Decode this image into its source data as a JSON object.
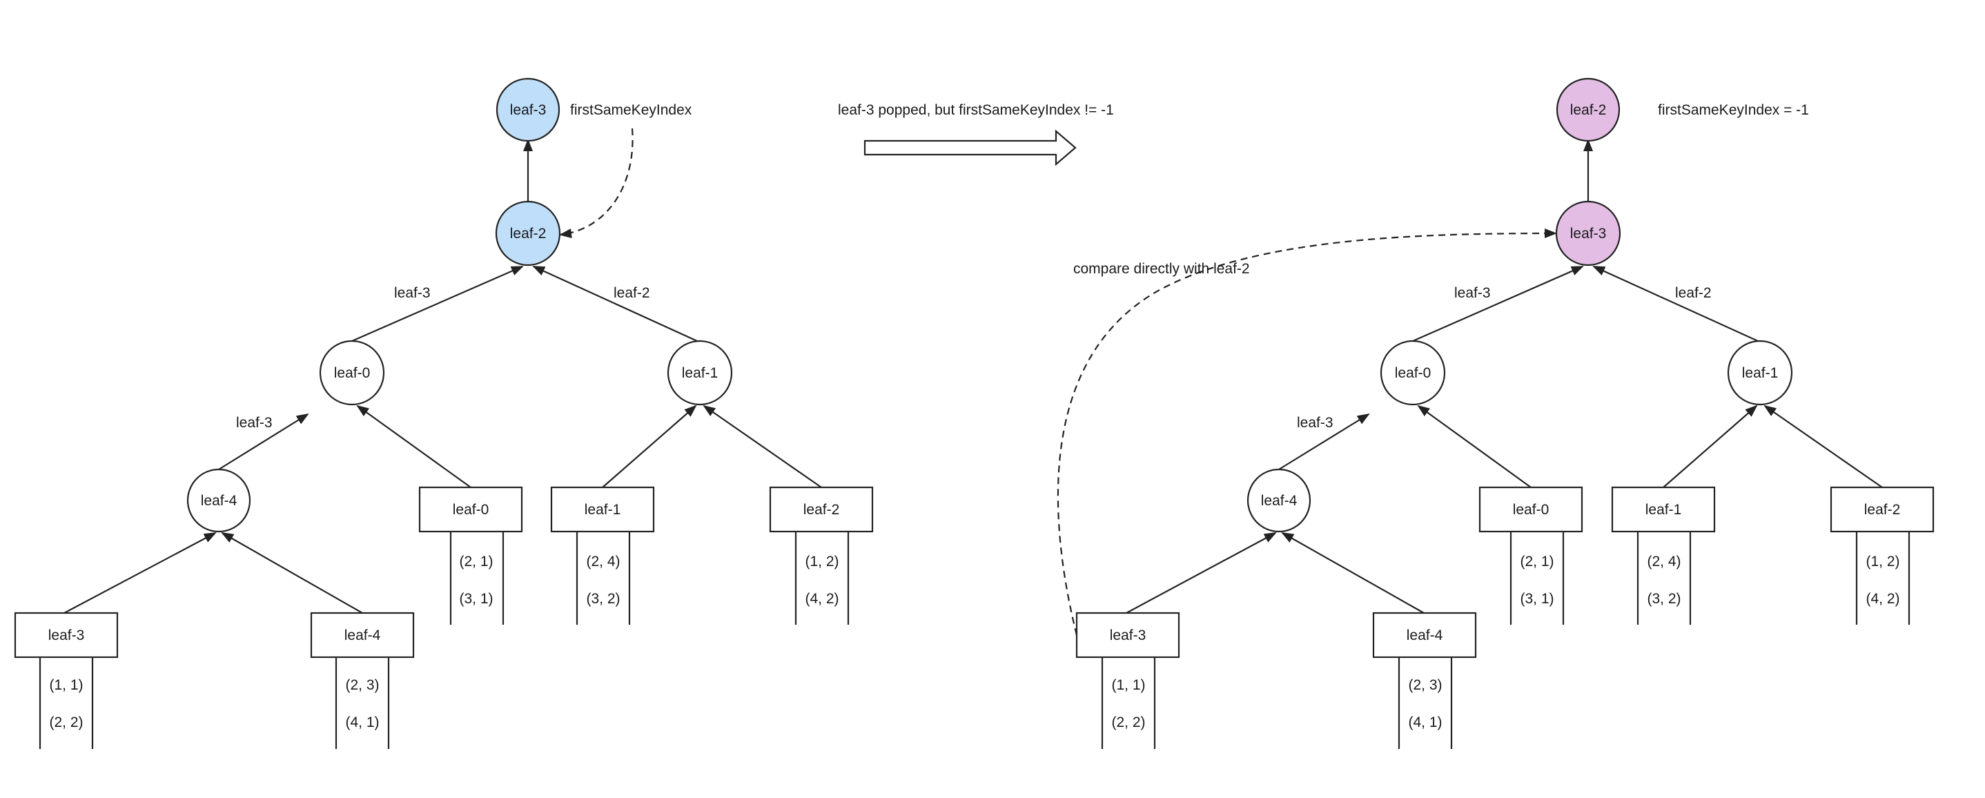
{
  "colors": {
    "stroke": "#222222",
    "node_fill": "#ffffff",
    "highlight_before": "#bfdef9",
    "highlight_after": "#e3bde4"
  },
  "transition": {
    "label": "leaf-3 popped, but firstSameKeyIndex != -1"
  },
  "before": {
    "top_node": "leaf-3",
    "annotation": "firstSameKeyIndex",
    "root": "leaf-2",
    "edge_left": "leaf-3",
    "edge_right": "leaf-2",
    "inner_left": "leaf-0",
    "inner_right": "leaf-1",
    "edge_inner_left": "leaf-3",
    "inner_deep": "leaf-4",
    "leaves": [
      {
        "label": "leaf-3",
        "pairs": [
          "(1, 1)",
          "(2,  2)"
        ]
      },
      {
        "label": "leaf-4",
        "pairs": [
          "(2, 3)",
          "(4,  1)"
        ]
      },
      {
        "label": "leaf-0",
        "pairs": [
          "(2, 1)",
          "(3,  1)"
        ]
      },
      {
        "label": "leaf-1",
        "pairs": [
          "(2, 4)",
          "(3,  2)"
        ]
      },
      {
        "label": "leaf-2",
        "pairs": [
          "(1, 2)",
          "(4,  2)"
        ]
      }
    ]
  },
  "after": {
    "top_node": "leaf-2",
    "annotation": "firstSameKeyIndex = -1",
    "compare_note": "compare directly with leaf-2",
    "root": "leaf-3",
    "edge_left": "leaf-3",
    "edge_right": "leaf-2",
    "inner_left": "leaf-0",
    "inner_right": "leaf-1",
    "edge_inner_left": "leaf-3",
    "inner_deep": "leaf-4",
    "leaves": [
      {
        "label": "leaf-3",
        "pairs": [
          "(1, 1)",
          "(2,  2)"
        ]
      },
      {
        "label": "leaf-4",
        "pairs": [
          "(2, 3)",
          "(4,  1)"
        ]
      },
      {
        "label": "leaf-0",
        "pairs": [
          "(2, 1)",
          "(3,  1)"
        ]
      },
      {
        "label": "leaf-1",
        "pairs": [
          "(2, 4)",
          "(3,  2)"
        ]
      },
      {
        "label": "leaf-2",
        "pairs": [
          "(1, 2)",
          "(4,  2)"
        ]
      }
    ]
  }
}
